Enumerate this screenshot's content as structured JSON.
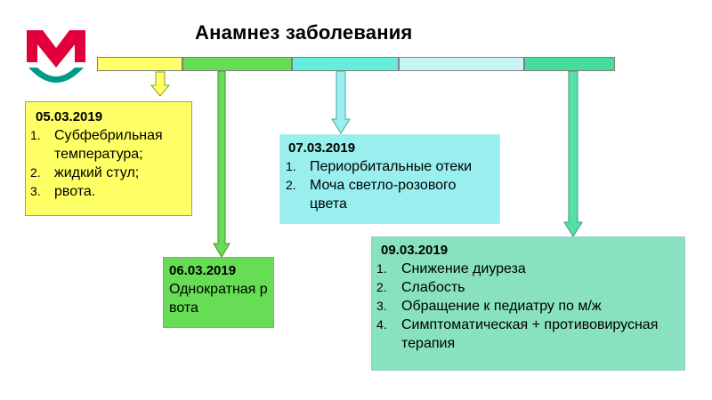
{
  "title": "Анамнез заболевания",
  "colors": {
    "seg_yellow": "#ffff66",
    "seg_green": "#66dd55",
    "seg_cyan": "#66ecdc",
    "seg_lightblue": "#c8f4f4",
    "seg_teal": "#44dd99",
    "logo_red": "#e2003a",
    "logo_teal": "#009a8a"
  },
  "events": [
    {
      "date": "05.03.2019",
      "items": [
        {
          "num": "1.",
          "text": "Субфебрильная температура;"
        },
        {
          "num": "2.",
          "text": "жидкий стул;"
        },
        {
          "num": "3.",
          "text": "рвота."
        }
      ]
    },
    {
      "date": "06.03.2019",
      "text": "Однократная рвота"
    },
    {
      "date": "07.03.2019",
      "items": [
        {
          "num": "1.",
          "text": "Периорбитальные отеки"
        },
        {
          "num": "2.",
          "text": "Моча светло-розового цвета"
        }
      ]
    },
    {
      "date": "09.03.2019",
      "items": [
        {
          "num": "1.",
          "text": "Снижение диуреза"
        },
        {
          "num": "2.",
          "text": "Слабость"
        },
        {
          "num": "3.",
          "text": "Обращение к педиатру по м/ж"
        },
        {
          "num": "4.",
          "text": "Симптоматическая + противовирусная терапия"
        }
      ]
    }
  ]
}
